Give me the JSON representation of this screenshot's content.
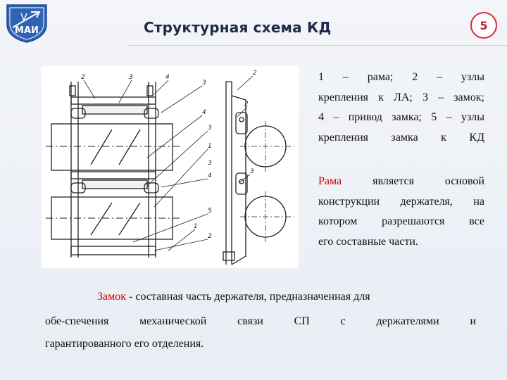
{
  "header": {
    "title": "Структурная схема КД",
    "page_number": "5",
    "logo_text": "МАИ"
  },
  "figure": {
    "callouts": [
      "2",
      "3",
      "4",
      "2",
      "3",
      "2",
      "4",
      "3",
      "1",
      "4",
      "3",
      "3",
      "5",
      "2",
      "1"
    ]
  },
  "legend": {
    "lines": [
      "1 – рама; 2 – узлы",
      "крепления к ЛА; 3 – замок;",
      "4 – привод замка; 5 – узлы",
      "крепления замка к КД"
    ]
  },
  "frame_text": {
    "term": "Рама",
    "line1_rest": "является основой",
    "line2": "конструкции держателя, на",
    "line3": "котором разрешаются все",
    "line4": "его составные части."
  },
  "lock_text": {
    "term": "Замок",
    "line1_rest": " - составная часть держателя, предназначенная для",
    "line2": "обе-спечения механической связи СП с держателями и",
    "line3": "гарантированного его отделения."
  },
  "colors": {
    "accent": "#c00000",
    "title": "#1f2a4a"
  }
}
